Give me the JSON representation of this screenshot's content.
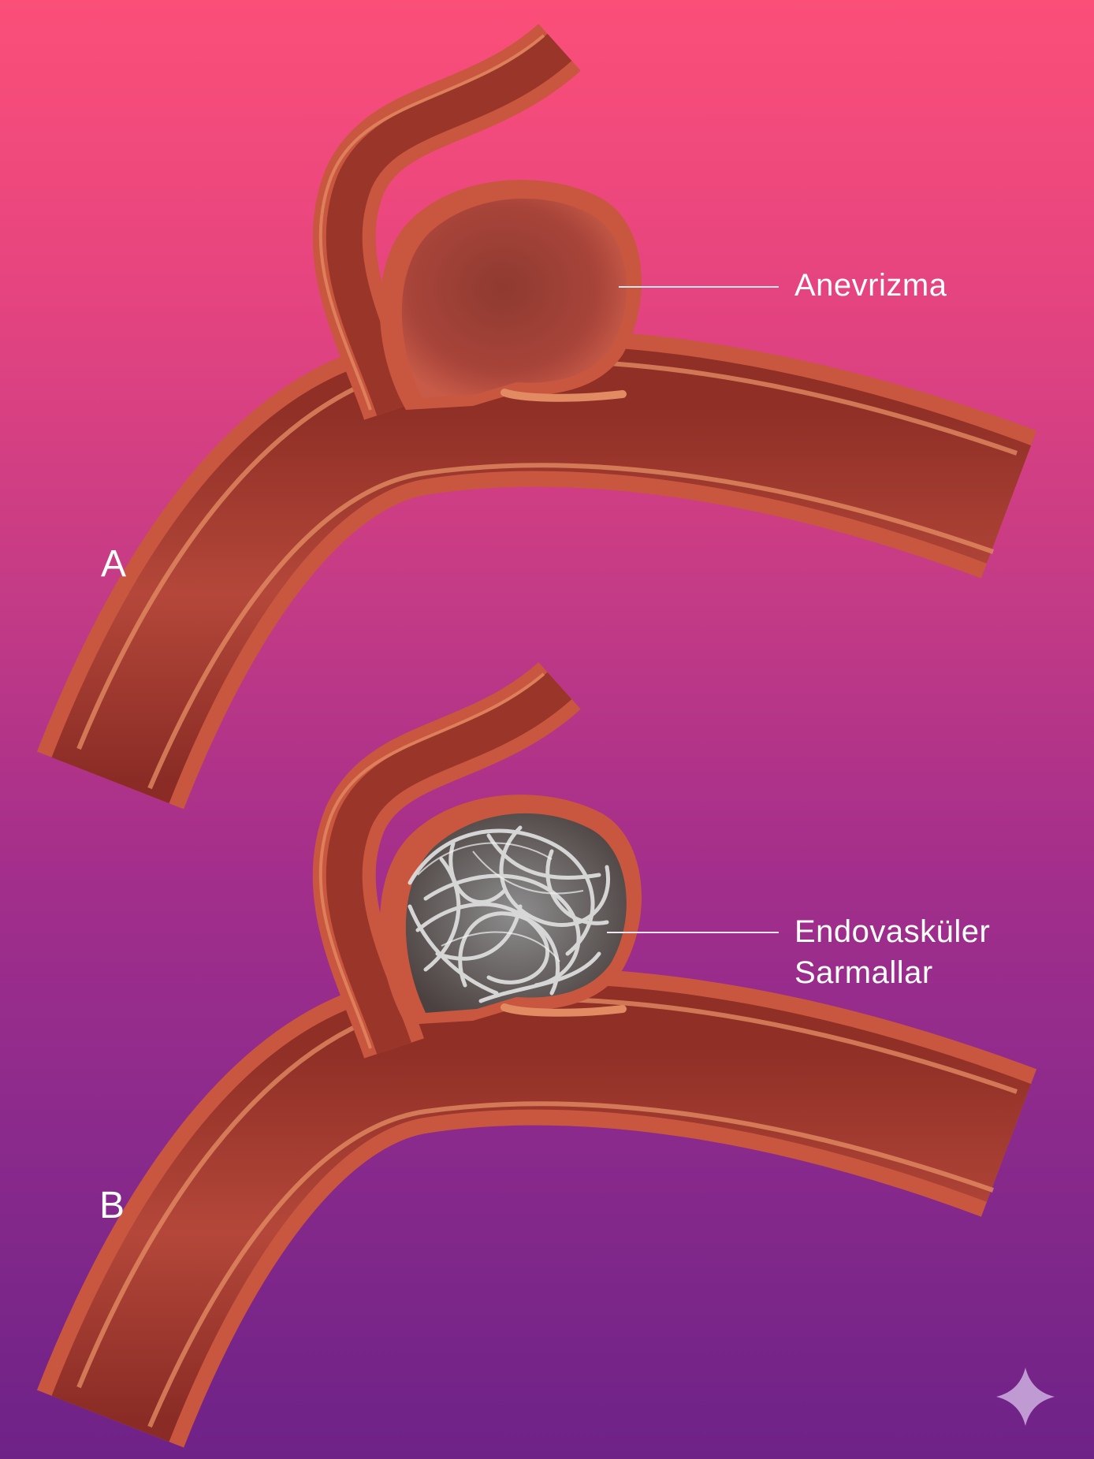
{
  "panels": [
    {
      "letter": "A",
      "label": "Anevrizma"
    },
    {
      "letter": "B",
      "label_lines": [
        "Endovasküler",
        "Sarmallar"
      ]
    }
  ],
  "corner_icon": "sparkle-icon",
  "colors": {
    "background_top": "#fb4f78",
    "background_bottom": "#6e2287",
    "vessel_wall": "#c8543c",
    "vessel_lumen": "#a13a2c",
    "coil": "#d9d9d9",
    "label_text": "#ffffff"
  }
}
